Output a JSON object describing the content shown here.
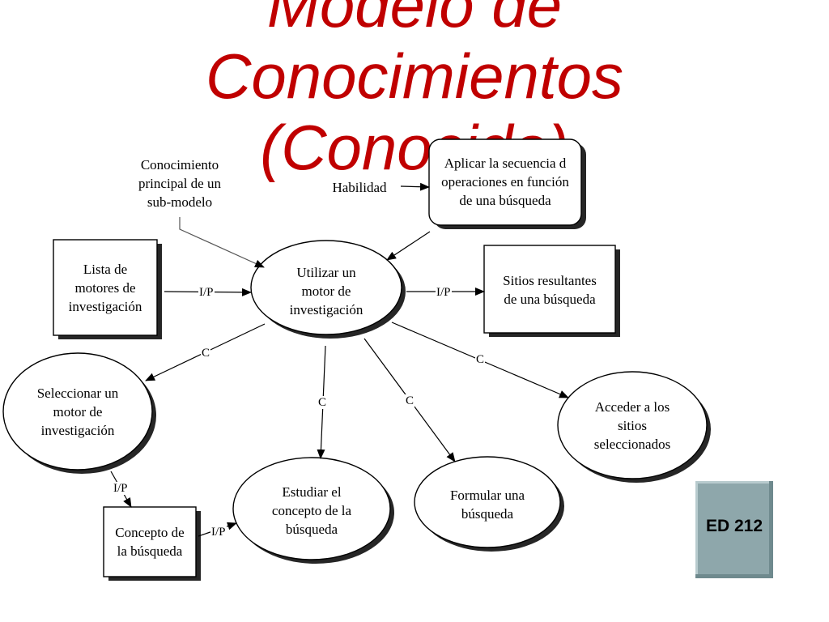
{
  "title": {
    "line1": "Modelo de",
    "line2": "Conocimientos",
    "line3": "(Conocido)"
  },
  "badge": {
    "label": "ED 212",
    "color": "#8ea7ab"
  },
  "colors": {
    "title": "#c00000",
    "line": "#000000"
  },
  "notes": {
    "knowledge": {
      "lines": [
        "Conocimiento",
        "principal de un",
        "sub-modelo"
      ]
    },
    "skill": {
      "lines": [
        "Habilidad"
      ]
    }
  },
  "nodes": {
    "lista": {
      "lines": [
        "Lista de",
        "motores de",
        "investigación"
      ]
    },
    "utilizar": {
      "lines": [
        "Utilizar un",
        "motor de",
        "investigación"
      ]
    },
    "aplicar": {
      "lines": [
        "Aplicar la secuencia d",
        "operaciones en función",
        "de una búsqueda"
      ]
    },
    "sitios": {
      "lines": [
        "Sitios resultantes",
        "de una búsqueda"
      ]
    },
    "seleccionar": {
      "lines": [
        "Seleccionar un",
        "motor de",
        "investigación"
      ]
    },
    "acceder": {
      "lines": [
        "Acceder a los",
        "sitios",
        "seleccionados"
      ]
    },
    "estudiar": {
      "lines": [
        "Estudiar el",
        "concepto de la",
        "búsqueda"
      ]
    },
    "formular": {
      "lines": [
        "Formular una",
        "búsqueda"
      ]
    },
    "concepto": {
      "lines": [
        "Concepto de",
        "la búsqueda"
      ]
    }
  },
  "edges": {
    "lista_utilizar": "I/P",
    "utilizar_sitios": "I/P",
    "utilizar_seleccionar": "C",
    "utilizar_estudiar": "C",
    "utilizar_formular": "C",
    "utilizar_acceder": "C",
    "seleccionar_concepto": "I/P",
    "concepto_estudiar": "I/P"
  }
}
